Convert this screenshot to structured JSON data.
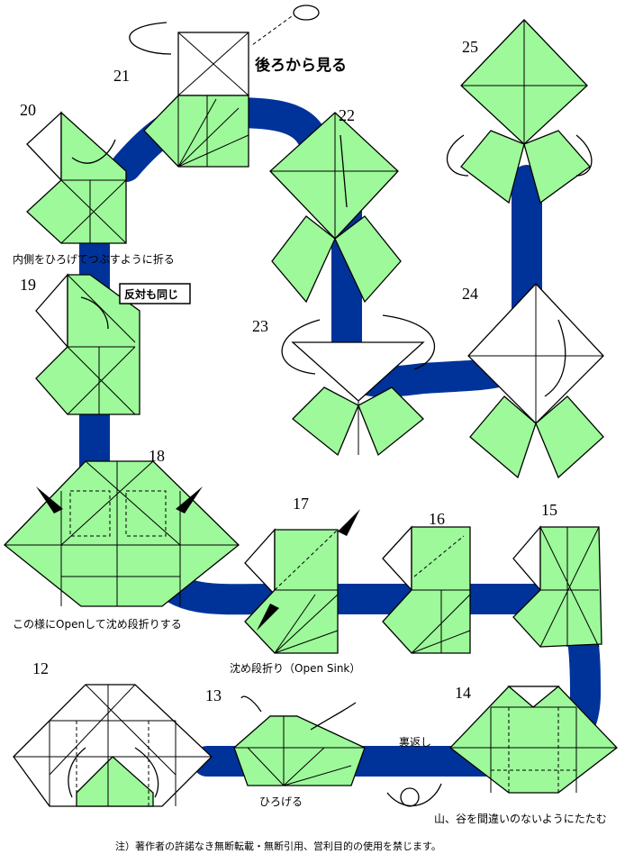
{
  "steps": {
    "s12": "12",
    "s13": "13",
    "s14": "14",
    "s15": "15",
    "s16": "16",
    "s17": "17",
    "s18": "18",
    "s19": "19",
    "s20": "20",
    "s21": "21",
    "s22": "22",
    "s23": "23",
    "s24": "24",
    "s25": "25"
  },
  "captions": {
    "look_from_back": "後ろから見る",
    "inside_squash": "内側をひろげてつぶすように折る",
    "same_opposite": "反対も同じ",
    "open_like_this": "この様にOpenして沈め段折りする",
    "open_sink": "沈め段折り（Open Sink）",
    "turn_over": "裏返し",
    "spread": "ひろげる",
    "fold_mountain_valley": "山、谷を間違いのないようにたたむ",
    "notice": "注）著作者の許諾なき無断転載・無断引用、営利目的の使用を禁じます。"
  },
  "colors": {
    "paper": "#9df99a",
    "path": "#003399"
  }
}
